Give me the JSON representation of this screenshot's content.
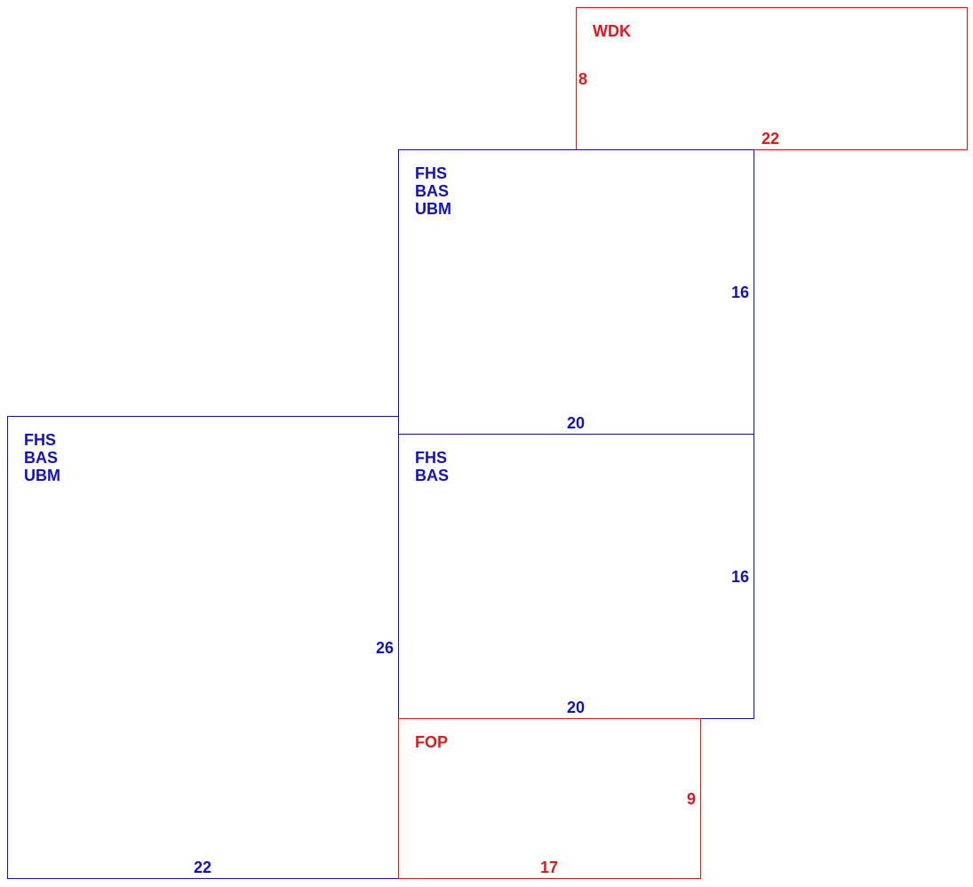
{
  "regions": {
    "wdk": {
      "labels": [
        "WDK"
      ],
      "width": "22",
      "height": "8",
      "color": "#e01818"
    },
    "upper_block": {
      "labels": [
        "FHS",
        "BAS",
        "UBM"
      ],
      "width": "20",
      "height": "16",
      "color": "#1010c8"
    },
    "middle_block": {
      "labels": [
        "FHS",
        "BAS"
      ],
      "width": "20",
      "height": "16",
      "color": "#1010c8"
    },
    "left_block": {
      "labels": [
        "FHS",
        "BAS",
        "UBM"
      ],
      "width": "22",
      "height": "26",
      "color": "#1010c8"
    },
    "fop": {
      "labels": [
        "FOP"
      ],
      "width": "17",
      "height": "9",
      "color": "#e01818"
    }
  }
}
